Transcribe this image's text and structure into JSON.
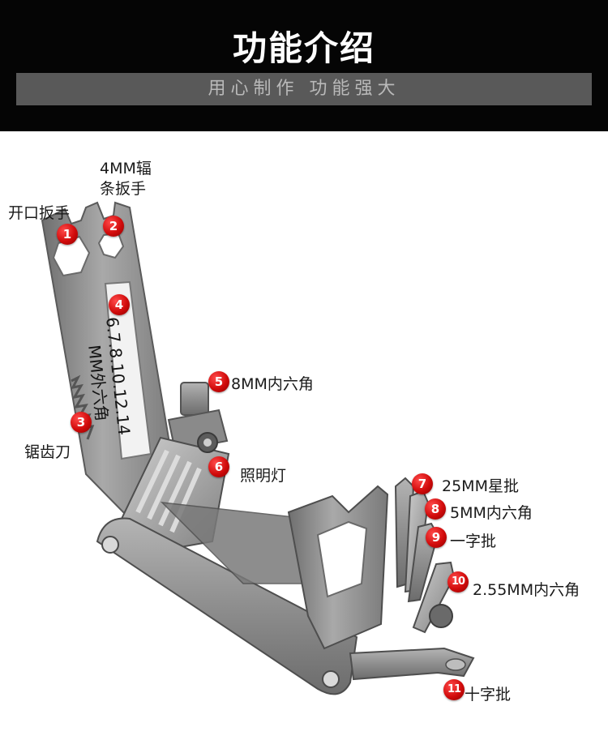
{
  "header": {
    "title": "功能介绍",
    "subtitle": "用心制作  功能强大"
  },
  "labels": {
    "l1": "开口扳手",
    "l2": "4MM辐\n条扳手",
    "l3": "锯齿刀",
    "l4a": "6.7.8.10.12.14",
    "l4b": "MM外六角",
    "l5": "8MM内六角",
    "l6": "照明灯",
    "l7": "25MM星批",
    "l8": "5MM内六角",
    "l9": "一字批",
    "l10": "2.55MM内六角",
    "l11": "十字批"
  },
  "badges": {
    "b1": "1",
    "b2": "2",
    "b3": "3",
    "b4": "4",
    "b5": "5",
    "b6": "6",
    "b7": "7",
    "b8": "8",
    "b9": "9",
    "b10": "10",
    "b11": "11"
  },
  "colors": {
    "header_bg": "#050505",
    "header_bar": "#595959",
    "badge_red": "#d10b0b",
    "steel": "#8f8f8f"
  }
}
